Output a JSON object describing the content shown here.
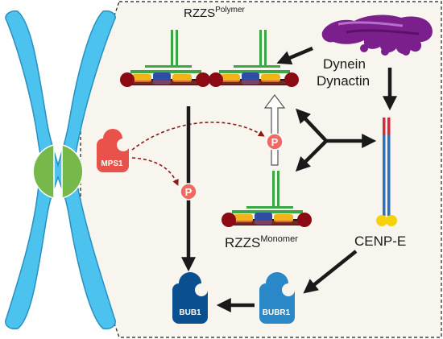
{
  "labels": {
    "rzzs_polymer_base": "RZZS",
    "rzzs_polymer_sup": "Polymer",
    "rzzs_monomer_base": "RZZS",
    "rzzs_monomer_sup": "Monomer",
    "dynein": "Dynein",
    "dynactin": "Dynactin",
    "cenp_e": "CENP-E",
    "mps1": "MPS1",
    "bub1": "BUB1",
    "bubr1": "BUBR1",
    "phospho_upper": "P",
    "phospho_lower": "P"
  },
  "colors": {
    "chromosome": "#4cc3ee",
    "chromosome_outline": "#2a8fc0",
    "kinetochore": "#76b84a",
    "panel_bg": "#f8f5ef",
    "mps1": "#e8524a",
    "phospho": "#f06a63",
    "bub1": "#0a4f8f",
    "bubr1": "#2a88c8",
    "dynein": "#7a1f8c",
    "cenp_e_blue": "#2a72c0",
    "cenp_e_red": "#d8283a",
    "cenp_e_head": "#f5d20a",
    "rzz_red": "#8c0a14",
    "rzz_yellow": "#f3b21a",
    "rzz_blue": "#2e4ea6",
    "spindly_green": "#3aa845",
    "arrow": "#1a1a1a",
    "dashed_arrow": "#8a1a14"
  }
}
